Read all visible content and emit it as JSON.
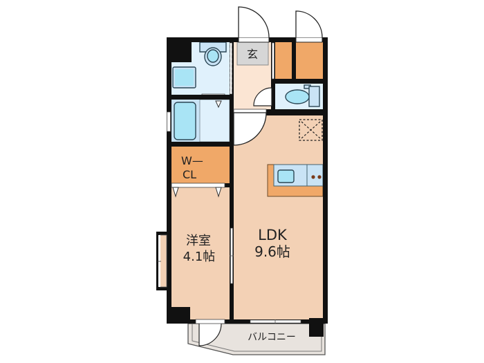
{
  "floorplan": {
    "colors": {
      "wall": "#111111",
      "room_floor": "#f3d1b5",
      "entry_floor": "#fbe5d3",
      "closet": "#f0a868",
      "wet_area": "#e0f1fc",
      "fixture": "#a9e4f5",
      "fixture_base": "#c9e3f5",
      "entry_stone": "#d6d6d6",
      "balcony": "#e8e3de"
    },
    "rooms": {
      "entrance": {
        "label": "玄"
      },
      "walk_in_closet": {
        "label_line1": "W—",
        "label_line2": "CL"
      },
      "western_room": {
        "label_line1": "洋室",
        "label_line2": "4.1帖"
      },
      "ldk": {
        "label_line1": "LDK",
        "label_line2": "9.6帖"
      },
      "balcony": {
        "label": "バルコニー"
      }
    }
  }
}
